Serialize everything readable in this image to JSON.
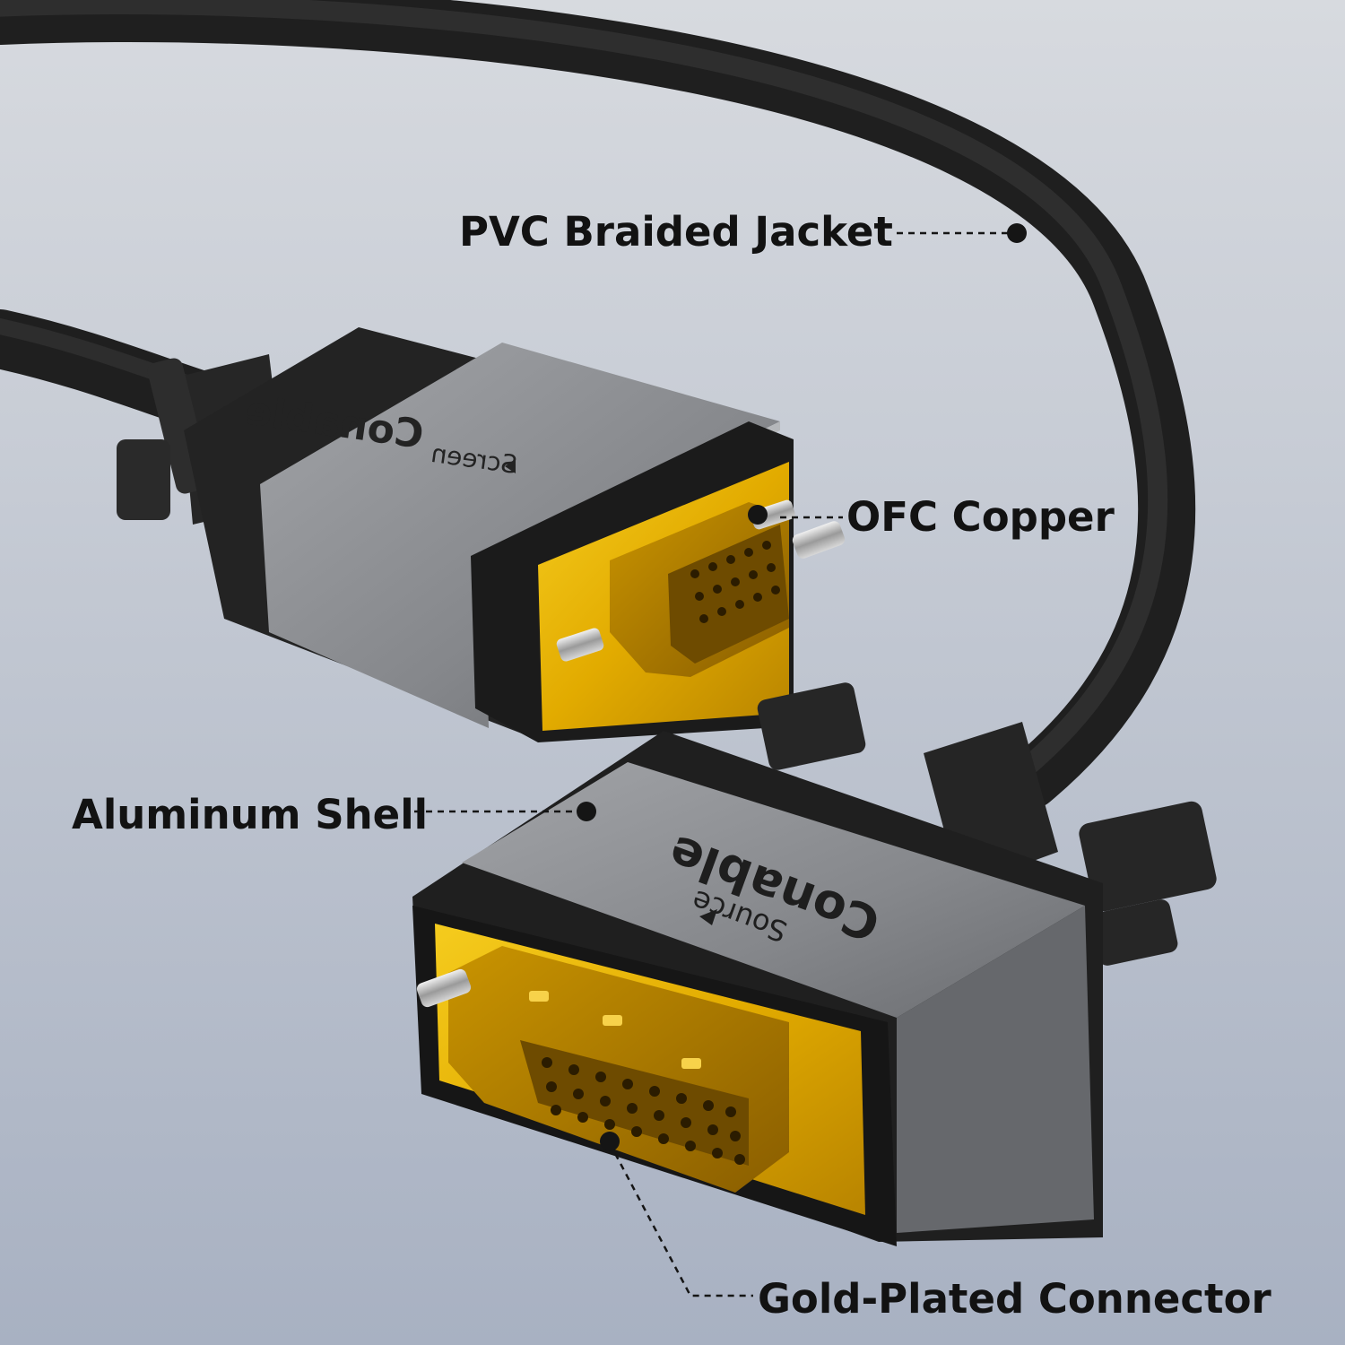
{
  "callouts": {
    "pvc_jacket": "PVC Braided Jacket",
    "ofc_copper": "OFC Copper",
    "aluminum_shell": "Aluminum Shell",
    "gold_connector": "Gold-Plated Connector"
  },
  "connectors": {
    "vga": {
      "brand": "Conable",
      "direction": "Screen"
    },
    "dvi": {
      "brand": "Conable",
      "direction": "Source"
    }
  },
  "colors": {
    "background_top": "#d6d9de",
    "background_bottom": "#a9b2c2",
    "cable": "#2a2a2a",
    "shell": "#8c8e92",
    "gold": "#e8b400",
    "label_text": "#121212"
  }
}
